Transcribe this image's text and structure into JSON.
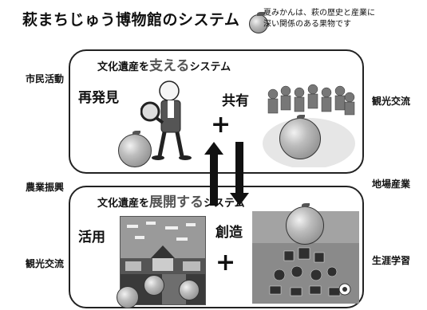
{
  "title": "萩まちじゅう博物館のシステム",
  "note": {
    "line1": "夏みかんは、萩の歴史と産業に",
    "line2": "深い関係のある果物です"
  },
  "top_box": {
    "heading_pre": "文化遺産を",
    "heading_em": "支える",
    "heading_post": "システム",
    "left_label": "再発見",
    "right_label": "共有",
    "plus": "+"
  },
  "bottom_box": {
    "heading_pre": "文化遺産を",
    "heading_em": "展開する",
    "heading_post": "システム",
    "left_label": "活用",
    "right_label": "創造",
    "plus": "+"
  },
  "side_labels": {
    "left_top": "市民活動",
    "left_middle": "農業振興",
    "left_bottom": "観光交流",
    "right_top": "観光交流",
    "right_middle": "地場産業",
    "right_bottom": "生涯学習"
  }
}
